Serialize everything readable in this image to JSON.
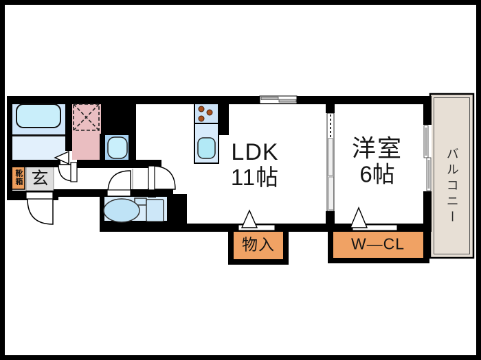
{
  "floorplan": {
    "labels": {
      "ldk": {
        "name": "LDK",
        "size": "11帖"
      },
      "western_room": {
        "name": "洋室",
        "size": "6帖"
      },
      "balcony": "バルコニー",
      "storage": "物入",
      "walk_in_closet": "W―CL",
      "entrance": "玄",
      "shoe_cabinet": "靴箱"
    },
    "colors": {
      "wall": "#000000",
      "bath_upper": "#cfe6fa",
      "bath_lower": "#e2f0fc",
      "tub": "#c9eefa",
      "washroom_pink": "#eabec1",
      "vanity_blue": "#a8d3f2",
      "basin": "#c9effb",
      "toilet_floor": "#d9ecfa",
      "toilet_fixture": "#bfe3f6",
      "toilet_tank": "#cde7f8",
      "kitchen_upper": "#cce2f6",
      "kitchen_lower": "#d8ebfb",
      "sink": "#b2e9f6",
      "burner": "#a9511f",
      "closet_orange": "#f0a264",
      "shoe_cabinet_orange": "#ee9e5c",
      "entrance_gray": "#dedede",
      "balcony_beige": "#e7dfd5"
    }
  }
}
